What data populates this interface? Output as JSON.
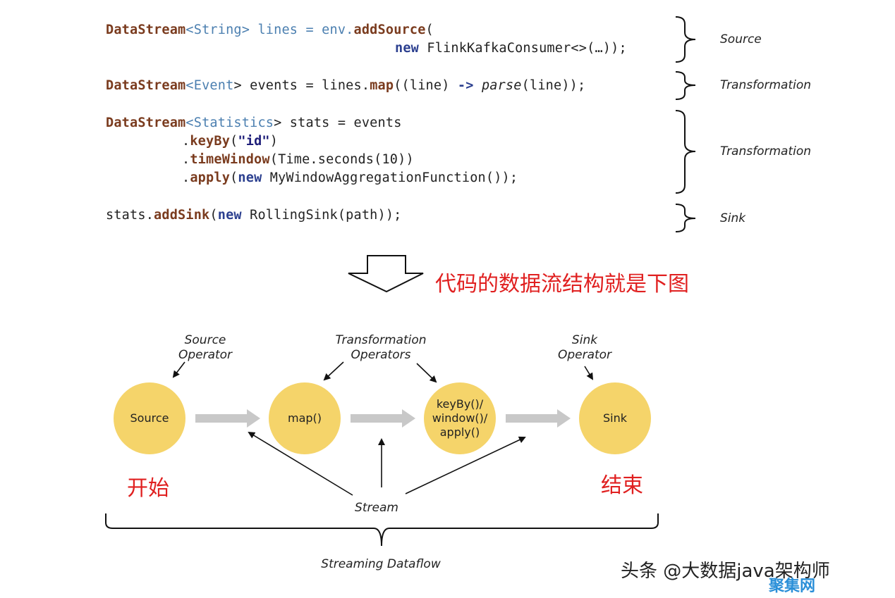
{
  "code": {
    "line1_a": "DataStream",
    "line1_b": "<",
    "line1_type": "String",
    "line1_c": "> lines = env.",
    "line1_method": "addSource",
    "line1_d": "(",
    "line2_new": "new",
    "line2_rest": " FlinkKafkaConsumer<>(…));",
    "line3_a": "DataStream",
    "line3_b": "<",
    "line3_type": "Event",
    "line3_c": "> events = lines.",
    "line3_method": "map",
    "line3_d": "((line) ",
    "line3_arrow": "->",
    "line3_e": " ",
    "line3_parse": "parse",
    "line3_f": "(line));",
    "line4_a": "DataStream",
    "line4_b": "<",
    "line4_type": "Statistics",
    "line4_c": "> stats = events",
    "line5_dot": ".",
    "line5_method": "keyBy",
    "line5_open": "(",
    "line5_str": "\"id\"",
    "line5_close": ")",
    "line6_dot": ".",
    "line6_method": "timeWindow",
    "line6_rest": "(Time.seconds(10))",
    "line7_dot": ".",
    "line7_method": "apply",
    "line7_open": "(",
    "line7_new": "new",
    "line7_rest": " MyWindowAggregationFunction());",
    "line8_a": "stats.",
    "line8_method": "addSink",
    "line8_open": "(",
    "line8_new": "new",
    "line8_rest": " RollingSink(path));"
  },
  "brace_labels": {
    "source": "Source",
    "transformation1": "Transformation",
    "transformation2": "Transformation",
    "sink": "Sink"
  },
  "arrow_caption": "代码的数据流结构就是下图",
  "diagram": {
    "source_operator_label_1": "Source",
    "source_operator_label_2": "Operator",
    "transformation_operators_label_1": "Transformation",
    "transformation_operators_label_2": "Operators",
    "sink_operator_label_1": "Sink",
    "sink_operator_label_2": "Operator",
    "nodes": {
      "source": "Source",
      "map": "map()",
      "keyby": "keyBy()/\nwindow()/\napply()",
      "sink": "Sink"
    },
    "start_label": "开始",
    "end_label": "结束",
    "stream_label": "Stream",
    "dataflow_label": "Streaming Dataflow"
  },
  "watermark": {
    "text": "头条 @大数据java架构师",
    "badge": "聚集网"
  },
  "colors": {
    "node_fill": "#f5d46a",
    "flow_arrow": "#c8c8c8",
    "caption_red": "#e02020",
    "keyword": "#7a3b1e",
    "generic_type": "#4b7fb0",
    "new_keyword": "#2b3f8f"
  }
}
